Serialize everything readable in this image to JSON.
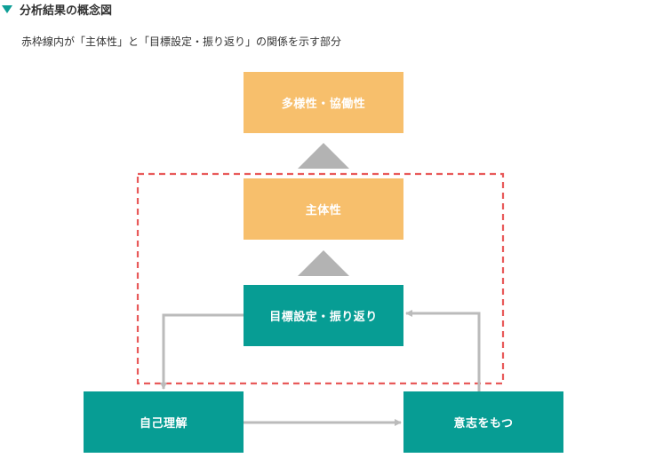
{
  "header": {
    "title": "分析結果の概念図",
    "subtitle": "赤枠線内が「主体性」と「目標設定・振り返り」の関係を示す部分"
  },
  "nodes": {
    "diversity": "多様性・協働性",
    "initiative": "主体性",
    "goal_setting": "目標設定・振り返り",
    "self_understanding": "自己理解",
    "will": "意志をもつ"
  },
  "colors": {
    "accent": "#0d9e96",
    "orange_box": "#f7bf6c",
    "teal_box": "#079d94",
    "arrow": "#bbbbbb",
    "highlight_frame": "#e85a5a"
  }
}
